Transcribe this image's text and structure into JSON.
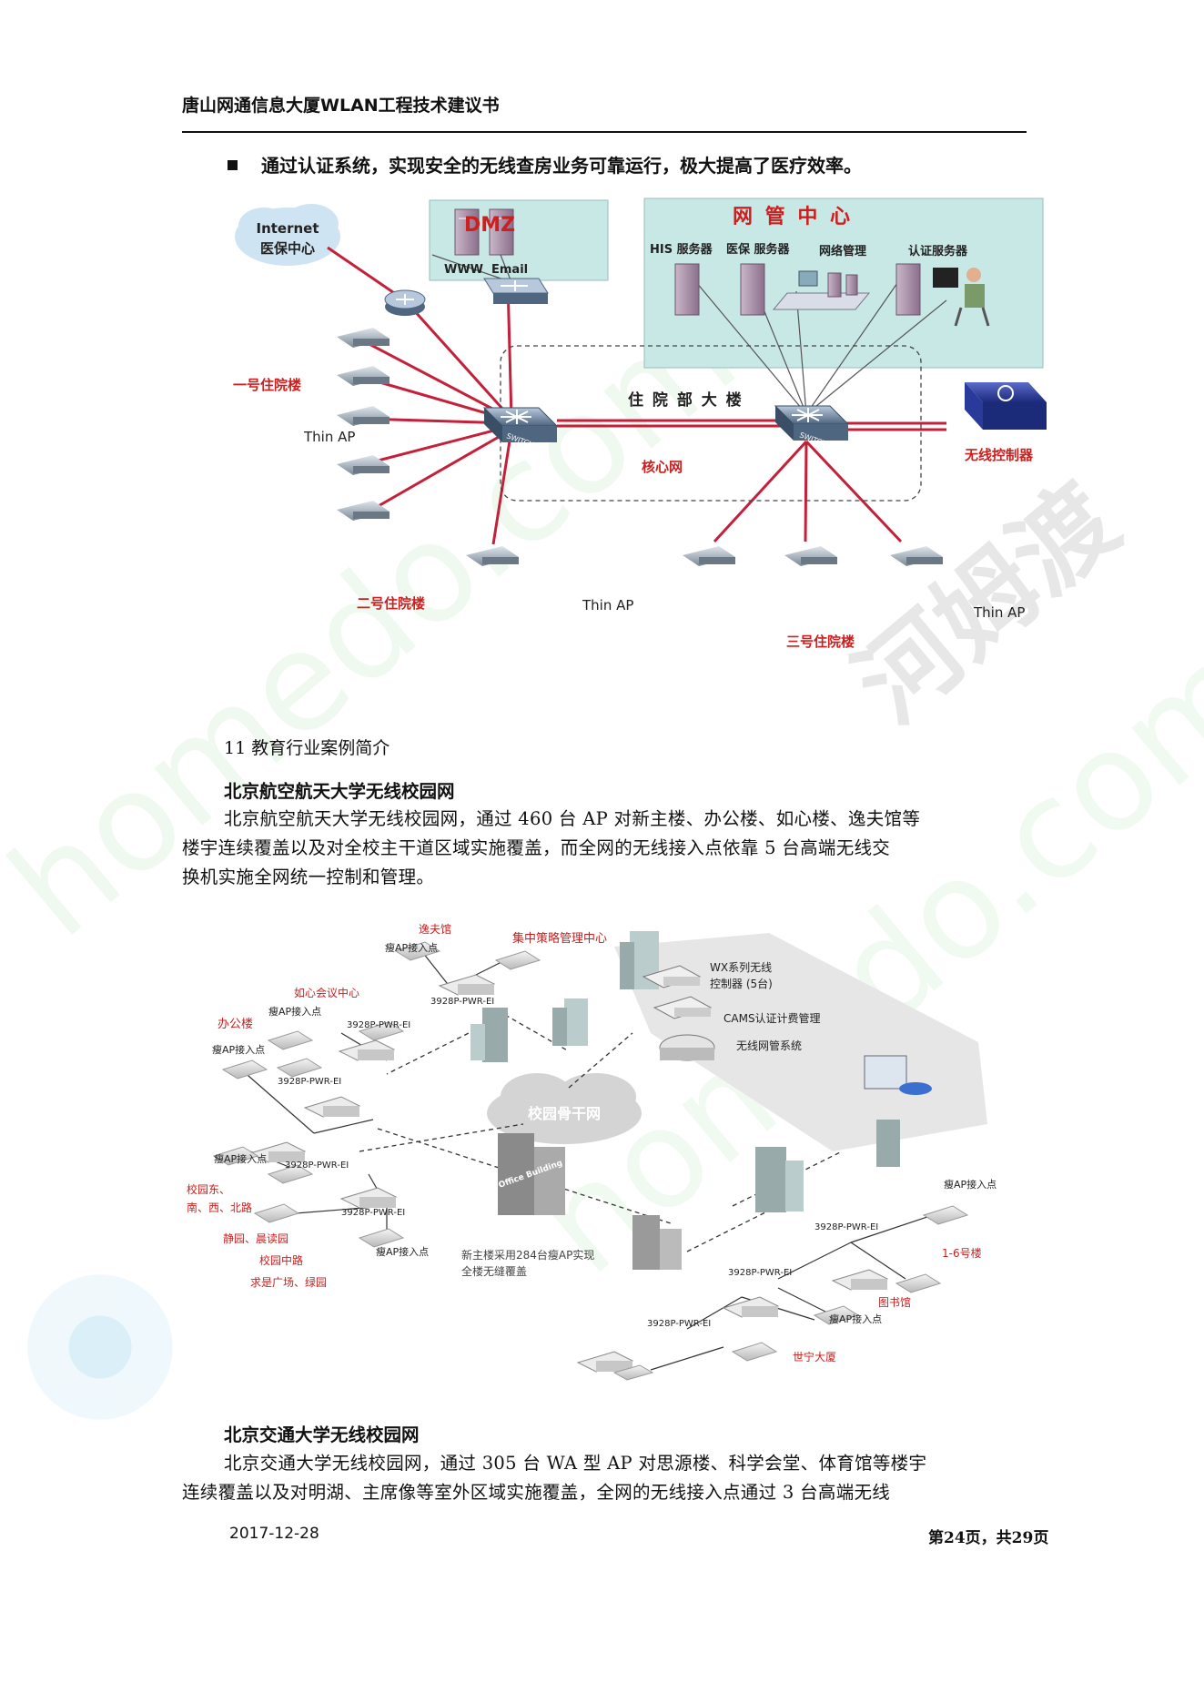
{
  "header": {
    "title": "唐山网通信息大厦WLAN工程技术建议书"
  },
  "bullet": {
    "text": "通过认证系统，实现安全的无线查房业务可靠运行，极大提高了医疗效率。"
  },
  "diagram1": {
    "internet_line1": "Internet",
    "internet_line2": "医保中心",
    "dmz": "DMZ",
    "www": "WWW",
    "email": "Email",
    "nms_title": "网 管 中 心",
    "his": "HIS 服务器",
    "medical": "医保 服务器",
    "netmgmt": "网络管理",
    "auth": "认证服务器",
    "building": "住 院 部 大 楼",
    "core": "核心网",
    "bldg1": "一号住院楼",
    "bldg2": "二号住院楼",
    "bldg3": "三号住院楼",
    "thin_ap_1": "Thin AP",
    "thin_ap_2": "Thin AP",
    "thin_ap_3": "Thin AP",
    "controller": "无线控制器",
    "switch": "SWITCH"
  },
  "section": {
    "title": "11 教育行业案例简介"
  },
  "case1": {
    "title": "北京航空航天大学无线校园网",
    "line1": "北京航空航天大学无线校园网，通过 460 台 AP 对新主楼、办公楼、如心楼、逸夫馆等",
    "line2": "楼宇连续覆盖以及对全校主干道区域实施覆盖，而全网的无线接入点依靠  5 台高端无线交",
    "line3": "换机实施全网统一控制和管理。"
  },
  "diagram2": {
    "yifu": "逸夫馆",
    "fit_ap": "瘦AP接入点",
    "switch_model": "3928P-PWR-EI",
    "ruxin": "如心会议中心",
    "office": "办公楼",
    "center": "集中策略管理中心",
    "wx_line1": "WX系列无线",
    "wx_line2": "控制器 (5台)",
    "cams": "CAMS认证计费管理",
    "nms": "无线网管系统",
    "backbone": "校园骨干网",
    "campus_roads_1": "校园东、",
    "campus_roads_2": "南、西、北路",
    "jingyuan": "静园、晨读园",
    "middle_road": "校园中路",
    "qiushi": "求是广场、绿园",
    "office_building": "Office Building",
    "new_main_1": "新主楼采用284台瘦AP实现",
    "new_main_2": "全楼无缝覆盖",
    "bldg16": "1-6号楼",
    "library": "图书馆",
    "shining": "世宁大厦"
  },
  "case2": {
    "title": "北京交通大学无线校园网",
    "line1": "北京交通大学无线校园网，通过 305 台 WA 型 AP 对思源楼、科学会堂、体育馆等楼宇",
    "line2": "连续覆盖以及对明湖、主席像等室外区域实施覆盖，全网的无线接入点通过  3 台高端无线"
  },
  "footer": {
    "date": "2017-12-28",
    "page": "第24页，共29页"
  },
  "watermark": {
    "text1": "homedo.com",
    "text2": "河姆渡"
  },
  "colors": {
    "red": "#cc1f1f",
    "teal_box": "#c8e8e6",
    "link_red": "#c4203a"
  }
}
